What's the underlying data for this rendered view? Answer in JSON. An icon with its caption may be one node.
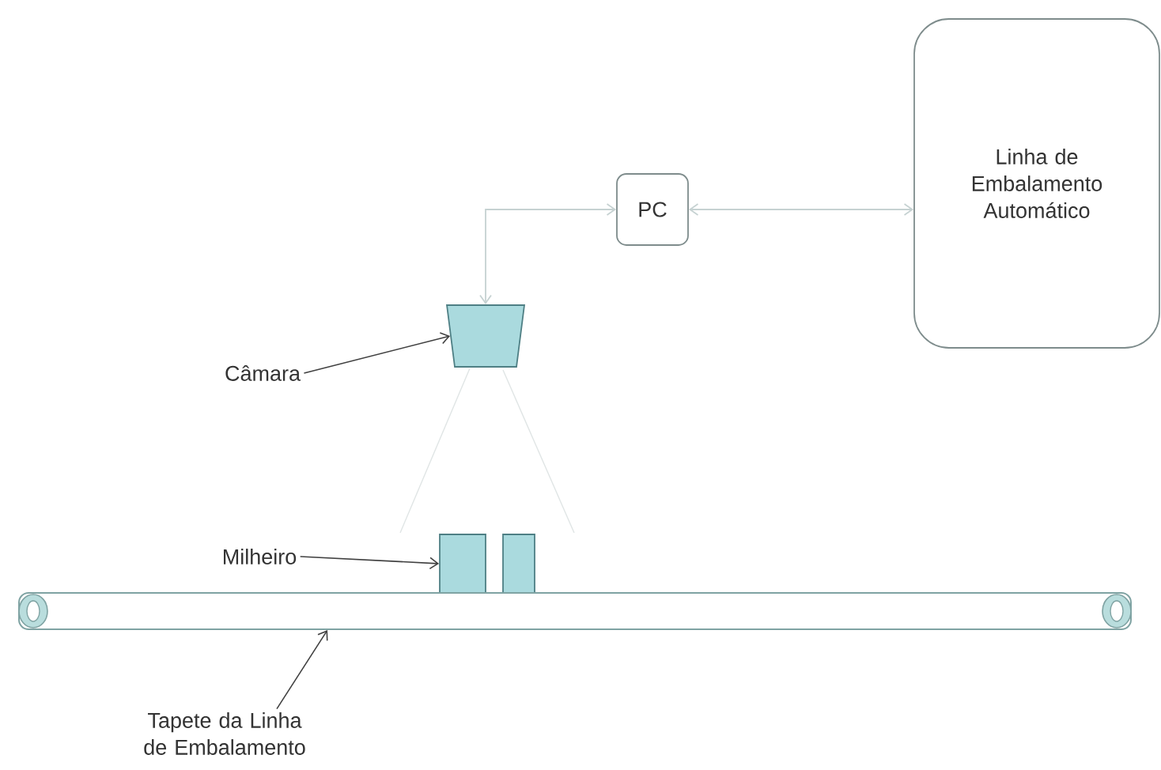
{
  "diagram": {
    "nodes": [
      {
        "text": [
          "PC"
        ]
      },
      {
        "text": [
          "Linha de Embalamento Automático"
        ]
      },
      {
        "text": [],
        "shape": "trapezoid"
      },
      {
        "text": [
          "Câmara"
        ]
      },
      {
        "text": [
          "Milheiro"
        ]
      },
      {
        "text": [],
        "shape": "box"
      },
      {
        "text": [],
        "shape": "box"
      },
      {
        "text": [],
        "shape": "bar"
      },
      {
        "text": [
          "Tapete da Linha de Embalamento"
        ]
      }
    ],
    "edges": [
      {
        "from": 0,
        "to": 2,
        "arrow": "both",
        "color": "#c6d2d2"
      },
      {
        "from": 0,
        "to": 1,
        "arrow": "both",
        "color": "#c6d2d2"
      },
      {
        "from": 3,
        "to": 2,
        "arrow": "to"
      },
      {
        "from": 4,
        "to": 5,
        "arrow": "to"
      },
      {
        "from": 8,
        "to": 7,
        "arrow": "to"
      }
    ]
  }
}
